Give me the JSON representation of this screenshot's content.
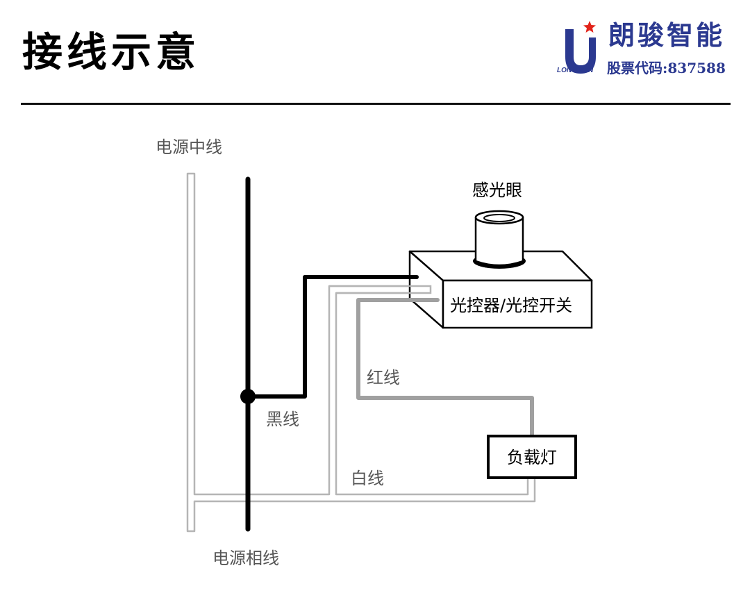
{
  "header": {
    "title": "接线示意",
    "brand_name": "朗骏智能",
    "brand_en": "LONGJOIN",
    "stock_label": "股票代码:837588"
  },
  "diagram": {
    "neutral_line_label": "电源中线",
    "phase_line_label": "电源相线",
    "sensor_label": "感光眼",
    "controller_label": "光控器/光控开关",
    "red_wire_label": "红线",
    "black_wire_label": "黑线",
    "white_wire_label": "白线",
    "load_label": "负载灯"
  },
  "colors": {
    "brand": "#2b3990",
    "brand_star": "#e2231a",
    "black_wire": "#000000",
    "red_wire": "#a0a0a0",
    "white_wire": "#b5b5b5"
  }
}
